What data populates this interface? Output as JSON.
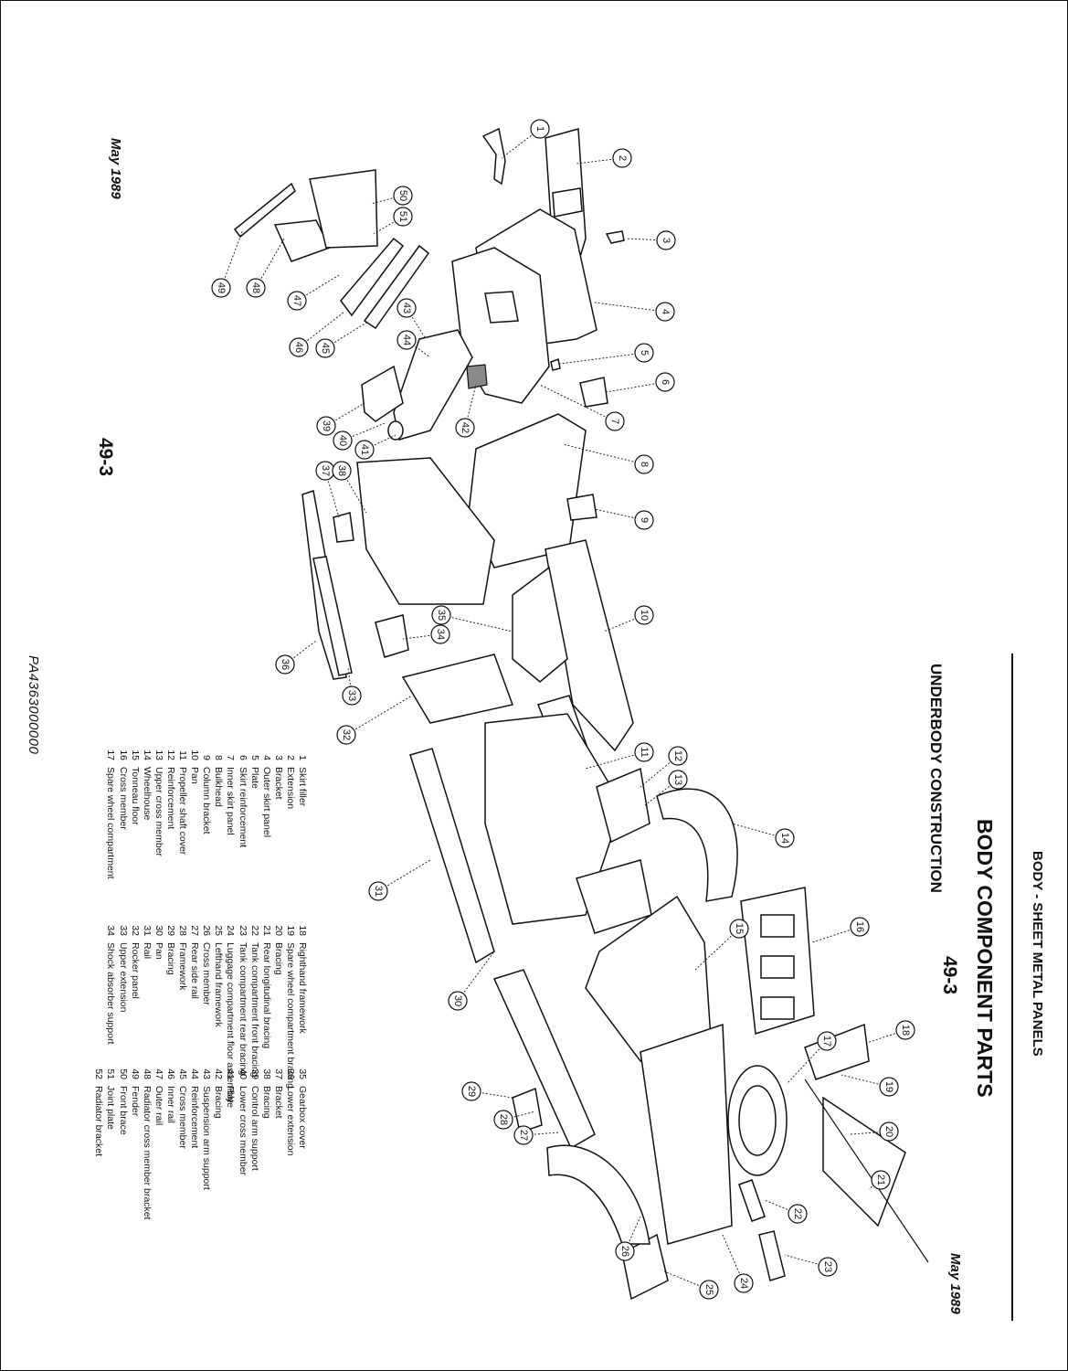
{
  "header": {
    "section": "BODY - SHEET METAL PANELS",
    "title": "BODY COMPONENT PARTS",
    "subtitle": "UNDERBODY CONSTRUCTION"
  },
  "footer": {
    "date_left": "May 1989",
    "date_right": "May 1989",
    "page_left": "49-3",
    "page_right": "49-3",
    "drawing_code": "PA4363000000"
  },
  "legend": [
    {
      "n": "1",
      "label": "Skirt filler"
    },
    {
      "n": "2",
      "label": "Extension"
    },
    {
      "n": "3",
      "label": "Bracket"
    },
    {
      "n": "4",
      "label": "Outer skirt panel"
    },
    {
      "n": "5",
      "label": "Plate"
    },
    {
      "n": "6",
      "label": "Skirt reinforcement"
    },
    {
      "n": "7",
      "label": "Inner skirt panel"
    },
    {
      "n": "8",
      "label": "Bulkhead"
    },
    {
      "n": "9",
      "label": "Column bracket"
    },
    {
      "n": "10",
      "label": "Pan"
    },
    {
      "n": "11",
      "label": "Propeller shaft cover"
    },
    {
      "n": "12",
      "label": "Reinforcement"
    },
    {
      "n": "13",
      "label": "Upper cross member"
    },
    {
      "n": "14",
      "label": "Wheelhouse"
    },
    {
      "n": "15",
      "label": "Tonneau floor"
    },
    {
      "n": "16",
      "label": "Cross member"
    },
    {
      "n": "17",
      "label": "Spare wheel compartment"
    },
    {
      "n": "18",
      "label": "Righthand framework"
    },
    {
      "n": "19",
      "label": "Spare wheel compartment bracing"
    },
    {
      "n": "20",
      "label": "Bracing"
    },
    {
      "n": "21",
      "label": "Rear longitudinal bracing"
    },
    {
      "n": "22",
      "label": "Tank compartment front bracing"
    },
    {
      "n": "23",
      "label": "Tank compartment rear bracing"
    },
    {
      "n": "24",
      "label": "Luggage compartment floor assembly"
    },
    {
      "n": "25",
      "label": "Lefthand framework"
    },
    {
      "n": "26",
      "label": "Cross member"
    },
    {
      "n": "27",
      "label": "Rear side rail"
    },
    {
      "n": "28",
      "label": "Framework"
    },
    {
      "n": "29",
      "label": "Bracing"
    },
    {
      "n": "30",
      "label": "Pan"
    },
    {
      "n": "31",
      "label": "Rail"
    },
    {
      "n": "32",
      "label": "Rocker panel"
    },
    {
      "n": "33",
      "label": "Upper extension"
    },
    {
      "n": "34",
      "label": "Shock absorber support"
    },
    {
      "n": "35",
      "label": "Gearbox cover"
    },
    {
      "n": "36",
      "label": "Lower extension"
    },
    {
      "n": "37",
      "label": "Bracket"
    },
    {
      "n": "38",
      "label": "Bracing"
    },
    {
      "n": "39",
      "label": "Control arm support"
    },
    {
      "n": "40",
      "label": "Lower cross member"
    },
    {
      "n": "41",
      "label": "Plate"
    },
    {
      "n": "42",
      "label": "Bracing"
    },
    {
      "n": "43",
      "label": "Suspension arm support"
    },
    {
      "n": "44",
      "label": "Reinforcement"
    },
    {
      "n": "45",
      "label": "Cross member"
    },
    {
      "n": "46",
      "label": "Inner rail"
    },
    {
      "n": "47",
      "label": "Outer rail"
    },
    {
      "n": "48",
      "label": "Radiator cross member bracket"
    },
    {
      "n": "49",
      "label": "Fender"
    },
    {
      "n": "50",
      "label": "Front brace"
    },
    {
      "n": "51",
      "label": "Joint plate"
    },
    {
      "n": "52",
      "label": "Radiator bracket"
    }
  ],
  "callouts": [
    "1",
    "2",
    "3",
    "4",
    "5",
    "6",
    "7",
    "8",
    "9",
    "10",
    "11",
    "12",
    "13",
    "14",
    "15",
    "16",
    "17",
    "18",
    "19",
    "20",
    "21",
    "22",
    "23",
    "24",
    "25",
    "26",
    "27",
    "28",
    "29",
    "30",
    "31",
    "32",
    "33",
    "34",
    "35",
    "36",
    "37",
    "38",
    "39",
    "40",
    "41",
    "42",
    "43",
    "44",
    "45",
    "46",
    "47",
    "48",
    "49",
    "50",
    "51"
  ]
}
